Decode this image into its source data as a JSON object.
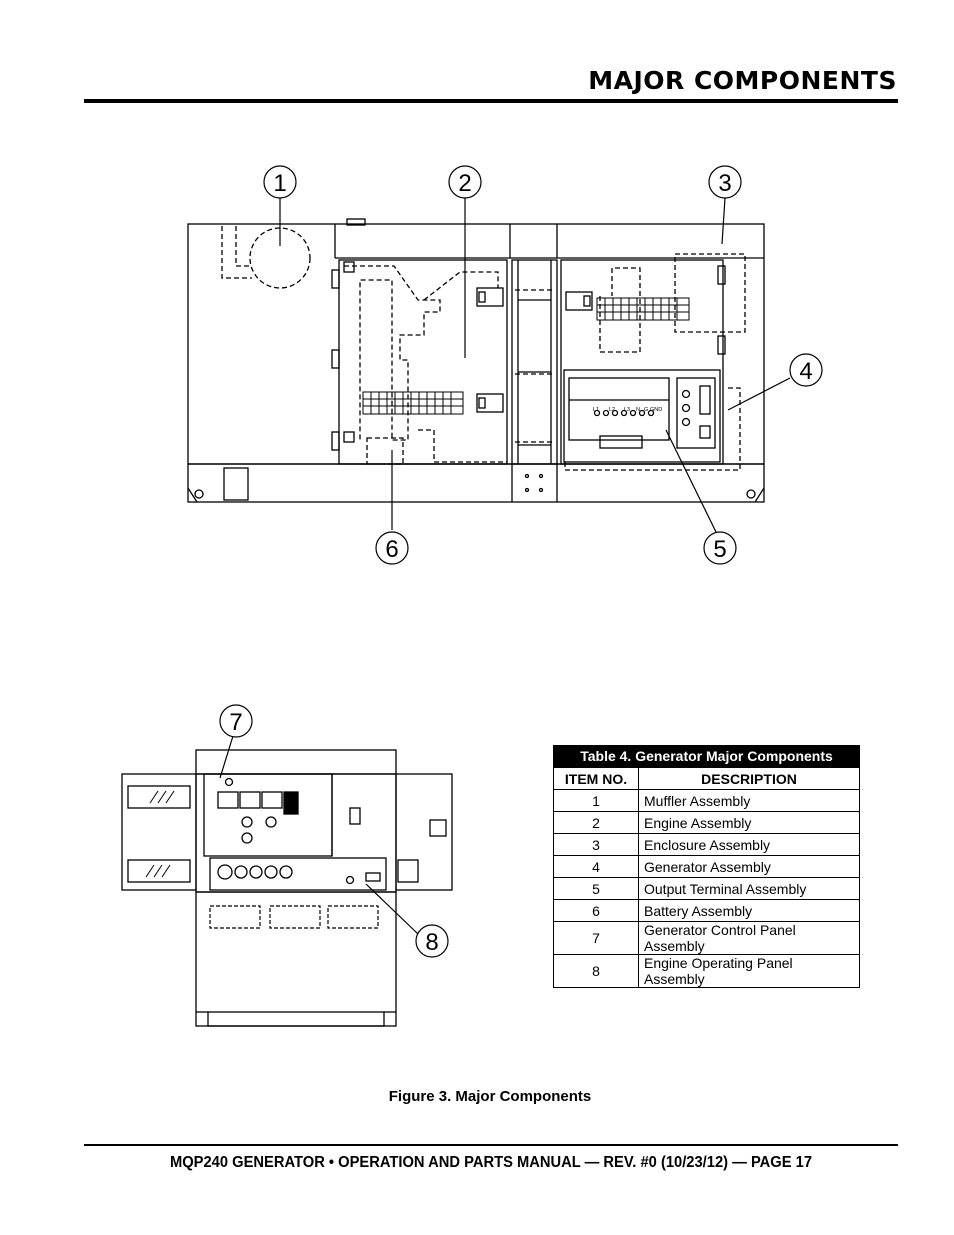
{
  "header": {
    "title": "MAJOR COMPONENTS"
  },
  "figure": {
    "callouts": [
      "1",
      "2",
      "3",
      "4",
      "5",
      "6",
      "7",
      "8"
    ],
    "terminal_labels": [
      "L1",
      "L2",
      "L3",
      "N",
      "G",
      "GND"
    ],
    "caption": "Figure 3. Major Components"
  },
  "table": {
    "title": "Table 4. Generator Major Components",
    "headers": [
      "ITEM NO.",
      "DESCRIPTION"
    ],
    "rows": [
      {
        "item": "1",
        "desc": "Muffler Assembly"
      },
      {
        "item": "2",
        "desc": "Engine Assembly"
      },
      {
        "item": "3",
        "desc": "Enclosure Assembly"
      },
      {
        "item": "4",
        "desc": "Generator Assembly"
      },
      {
        "item": "5",
        "desc": "Output Terminal Assembly"
      },
      {
        "item": "6",
        "desc": "Battery Assembly"
      },
      {
        "item": "7",
        "desc": "Generator Control Panel Assembly"
      },
      {
        "item": "8",
        "desc": "Engine Operating Panel Assembly"
      }
    ]
  },
  "footer": {
    "text": "MQP240 GENERATOR • OPERATION AND PARTS MANUAL — REV. #0 (10/23/12) — PAGE 17"
  }
}
